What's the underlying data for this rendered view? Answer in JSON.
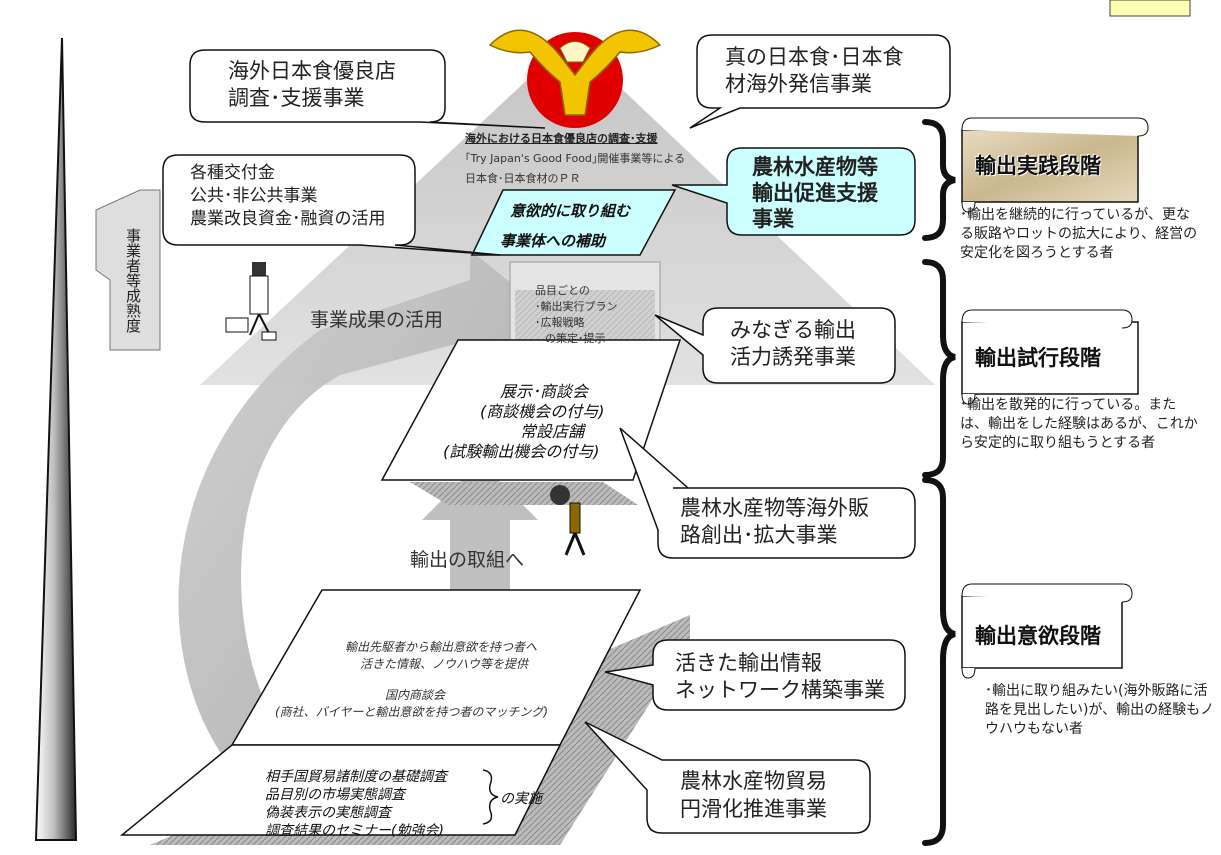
{
  "pyramid": {
    "top_heading": "海外における日本食優良店の調査･支援",
    "top_line1": "｢Try Japan's Good Food｣開催事業等による",
    "top_line2": "日本食･日本食材のＰＲ",
    "subsidy_box": [
      "意欲的に取り組む",
      "事業体への補助"
    ],
    "plan_lines": [
      "品目ごとの",
      "･輸出実行プラン",
      "･広報戦略",
      "の策定･提示"
    ],
    "exhibit_lines": [
      "展示･商談会",
      "(商談機会の付与)",
      "常設店舗",
      "(試験輸出機会の付与)"
    ],
    "base_lines": [
      "輸出先駆者から輸出意欲を持つ者へ",
      "活きた情報、ノウハウ等を提供",
      "国内商談会",
      "(商社、バイヤーと輸出意欲を持つ者のマッチング)"
    ],
    "survey_lines": [
      "相手国貿易諸制度の基礎調査",
      "品目別の市場実態調査",
      "偽装表示の実態調査",
      "調査結果のセミナー(勉強会)"
    ],
    "survey_suffix": "の実施",
    "arrow_outcome": "事業成果の活用",
    "arrow_export": "輸出の取組へ"
  },
  "maturity_label": "事業者等成熟度",
  "callouts": {
    "overseas_shop": [
      "海外日本食優良店",
      "調査･支援事業"
    ],
    "true_japanese_food": [
      "真の日本食･日本食",
      "材海外発信事業"
    ],
    "grants": [
      "各種交付金",
      "公共･非公共事業",
      "農業改良資金･融資の活用"
    ],
    "export_promotion": [
      "農林水産物等",
      "輸出促進支援",
      "事業"
    ],
    "vitality": [
      "みなぎる輸出",
      "活力誘発事業"
    ],
    "market_creation": [
      "農林水産物等海外販",
      "路創出･拡大事業"
    ],
    "network": [
      "活きた輸出情報",
      "ネットワーク構築事業"
    ],
    "trade_smoothing": [
      "農林水産物貿易",
      "円滑化推進事業"
    ]
  },
  "stages": [
    {
      "title": "輸出実践段階",
      "desc": "･輸出を継続的に行っているが、更なる販路やロットの拡大により、経営の安定化を図ろうとする者"
    },
    {
      "title": "輸出試行段階",
      "desc": "･輸出を散発的に行っている。または、輸出をした経験はあるが、これから安定的に取り組もうとする者"
    },
    {
      "title": "輸出意欲段階",
      "desc": "･輸出に取り組みたい(海外販路に活路を見出したい)が、輸出の経験もノウハウもない者"
    }
  ],
  "colors": {
    "accent_cyan": "#ccffff",
    "eagle_gold": "#f3c400",
    "sun_red": "#e00000",
    "pyramid_gray": "#c8c8c8"
  }
}
